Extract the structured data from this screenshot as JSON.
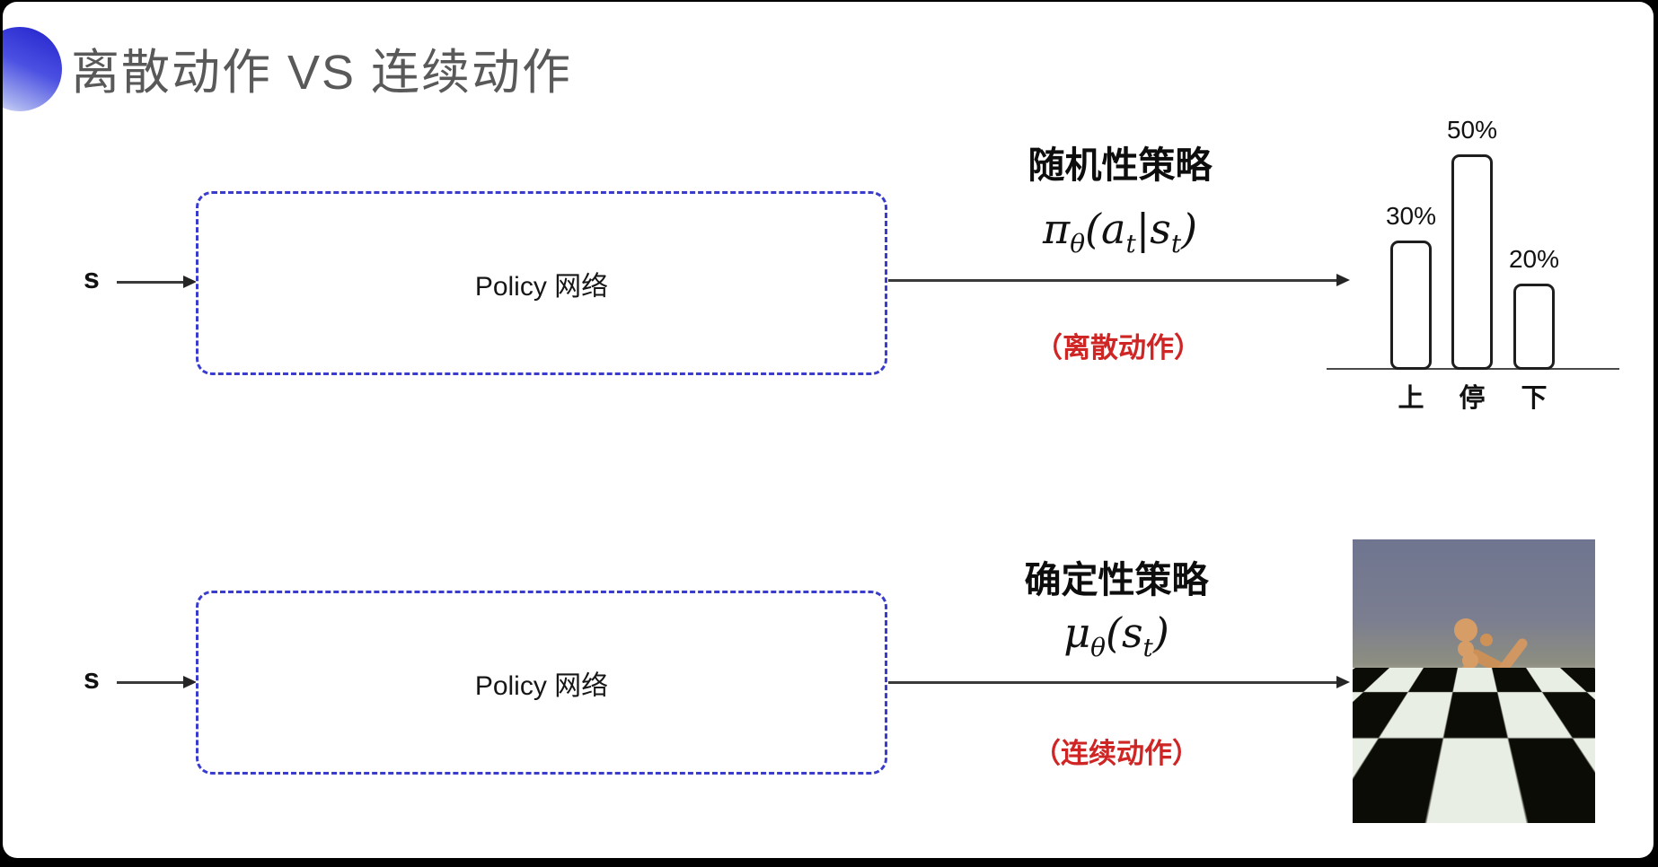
{
  "slide": {
    "title": "离散动作 VS 连续动作"
  },
  "top_row": {
    "input_label": "s",
    "box_label": "Policy 网络",
    "policy_title": "随机性策略",
    "formula": {
      "lead": "π",
      "lead_sub": "θ",
      "open": "(",
      "arg1": "a",
      "arg1_sub": "t",
      "sep": "|",
      "arg2": "s",
      "arg2_sub": "t",
      "close": ")"
    },
    "action_type": "（离散动作）"
  },
  "bottom_row": {
    "input_label": "s",
    "box_label": "Policy 网络",
    "policy_title": "确定性策略",
    "formula": {
      "lead": "μ",
      "lead_sub": "θ",
      "open": "(",
      "arg1": "s",
      "arg1_sub": "t",
      "close": ")"
    },
    "action_type": "（连续动作）"
  },
  "chart_data": {
    "type": "bar",
    "categories": [
      "上",
      "停",
      "下"
    ],
    "values": [
      30,
      50,
      20
    ],
    "value_labels": [
      "30%",
      "50%",
      "20%"
    ],
    "title": "",
    "xlabel": "",
    "ylabel": "",
    "ylim": [
      0,
      55
    ],
    "grid": false,
    "legend": false,
    "bar_style": "white fill, black rounded outline"
  },
  "humanoid_image": {
    "alt": "humanoid robot running on a black-and-white checkerboard floor"
  },
  "colors": {
    "box_border_blue": "#3a3ccd",
    "action_red": "#cf2525",
    "title_gray": "#595959",
    "arrow_dark": "#3a3a3a",
    "sphere_blue": "#2626cd"
  }
}
